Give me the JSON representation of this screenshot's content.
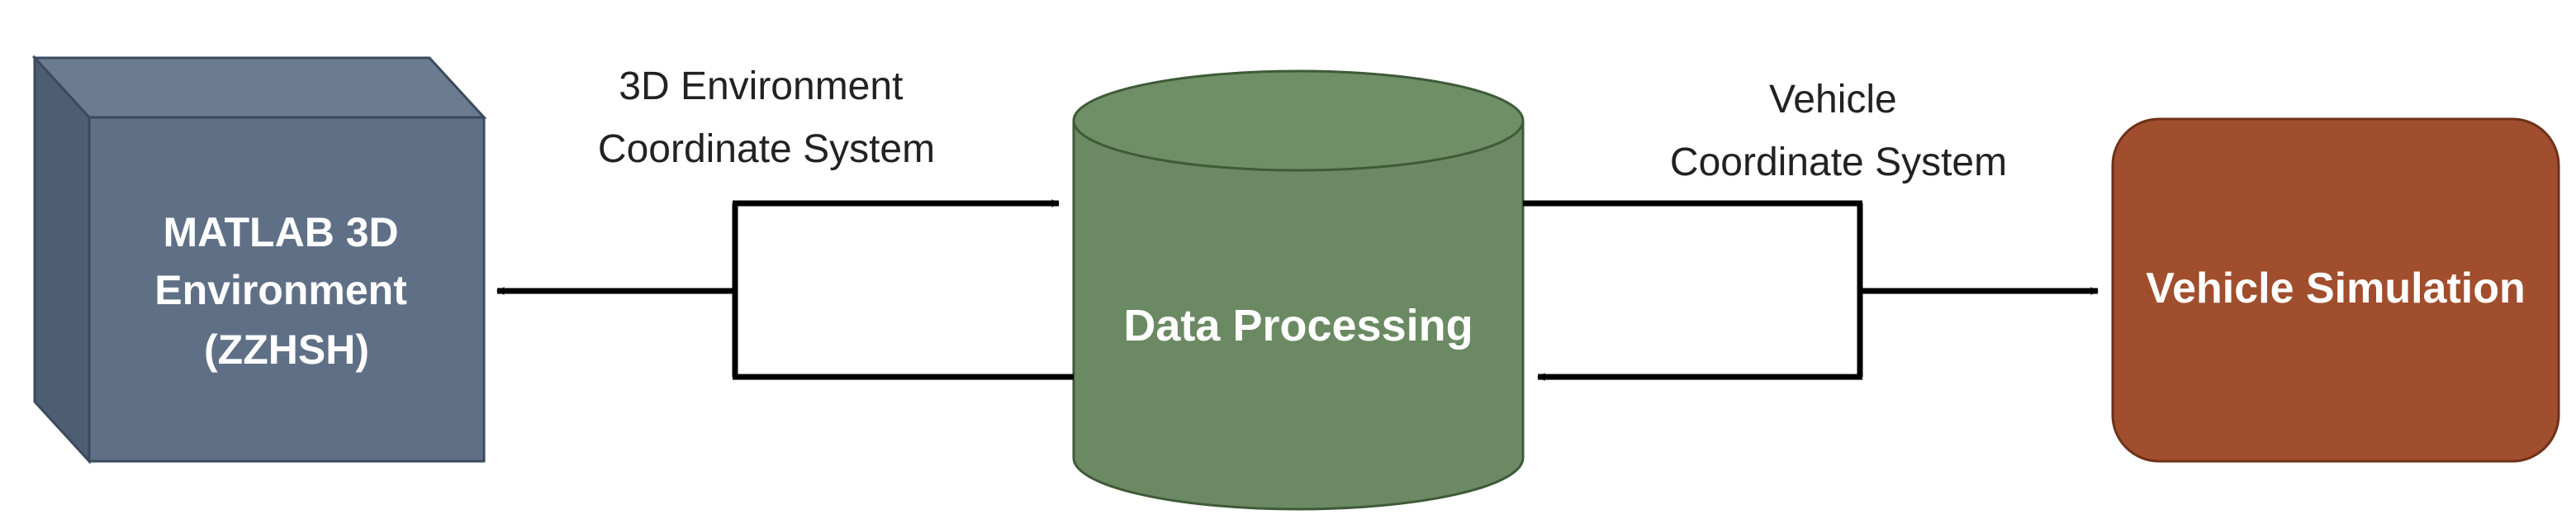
{
  "nodes": {
    "matlab": {
      "label_lines": [
        "MATLAB 3D",
        "Environment",
        "(ZZHSH)"
      ],
      "fill": "#5f7086",
      "shade_top": "#6f8096",
      "shade_side": "#4f5f73"
    },
    "data_processing": {
      "label": "Data Processing",
      "fill": "#6b8a63"
    },
    "vehicle_sim": {
      "label": "Vehicle Simulation",
      "fill": "#a04e2d"
    }
  },
  "edges": {
    "left_label_lines": [
      "3D Environment",
      "Coordinate System"
    ],
    "right_label_lines": [
      "Vehicle",
      "Coordinate System"
    ]
  }
}
